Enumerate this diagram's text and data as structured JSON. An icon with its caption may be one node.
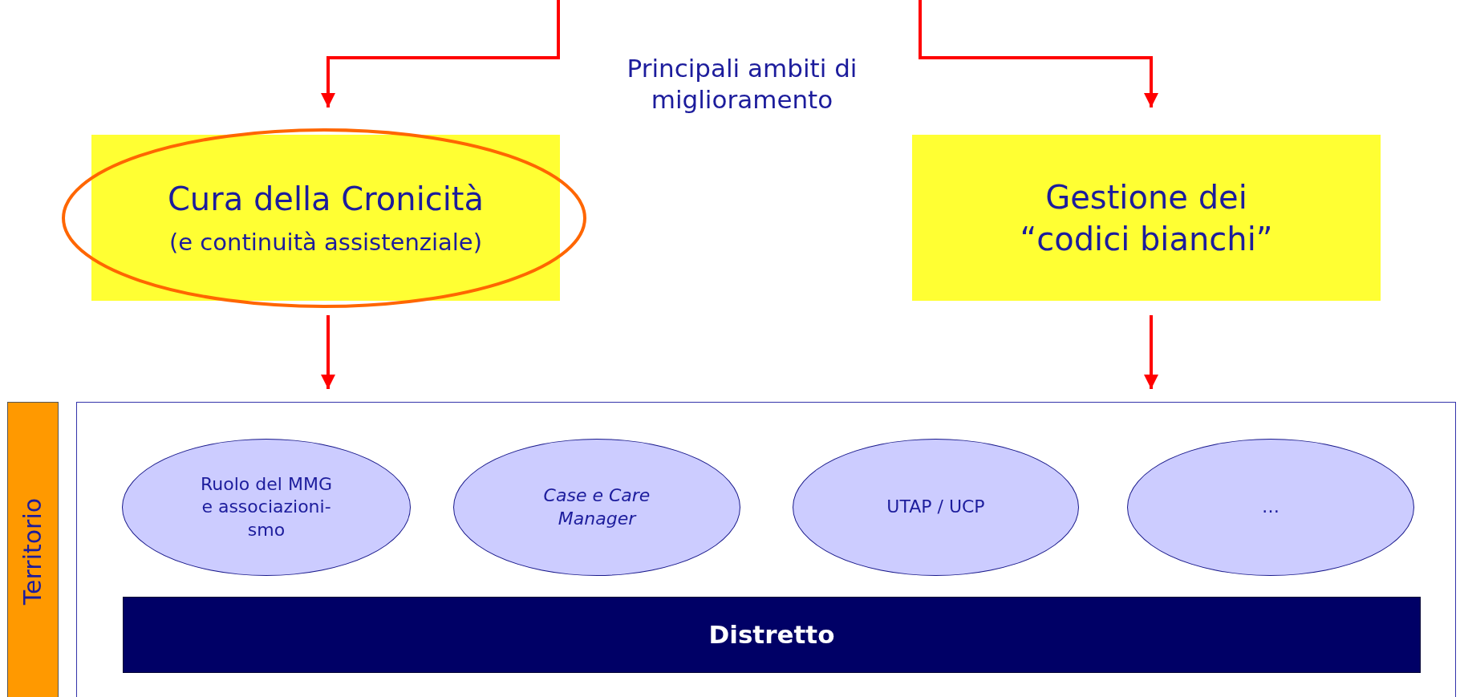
{
  "diagram": {
    "nodes": [
      {
        "text": [
          "Cura della Cronicità",
          "(e continuità assistenziale)"
        ]
      },
      {
        "text": [
          "Gestione dei “codici bianchi”"
        ]
      },
      {
        "text": [
          "Territorio"
        ]
      },
      {
        "text": [],
        "shape": "box"
      },
      {
        "text": [
          "Ruolo del MMG e associazioni-smo"
        ],
        "in": 3
      },
      {
        "text": [
          "Case e Care Manager"
        ],
        "in": 3
      },
      {
        "text": [
          "UTAP / UCP"
        ],
        "in": 3
      },
      {
        "text": [
          "…"
        ],
        "in": 3
      },
      {
        "text": [
          "Distretto"
        ],
        "in": 3
      }
    ],
    "edges": [
      {
        "from": null,
        "to": 0,
        "arrow": "to"
      },
      {
        "from": null,
        "to": 1,
        "arrow": "to"
      },
      {
        "from": 0,
        "to": 3,
        "arrow": "to"
      },
      {
        "from": 1,
        "to": 3,
        "arrow": "to"
      }
    ],
    "labels": [
      "Principali ambiti di miglioramento"
    ]
  }
}
